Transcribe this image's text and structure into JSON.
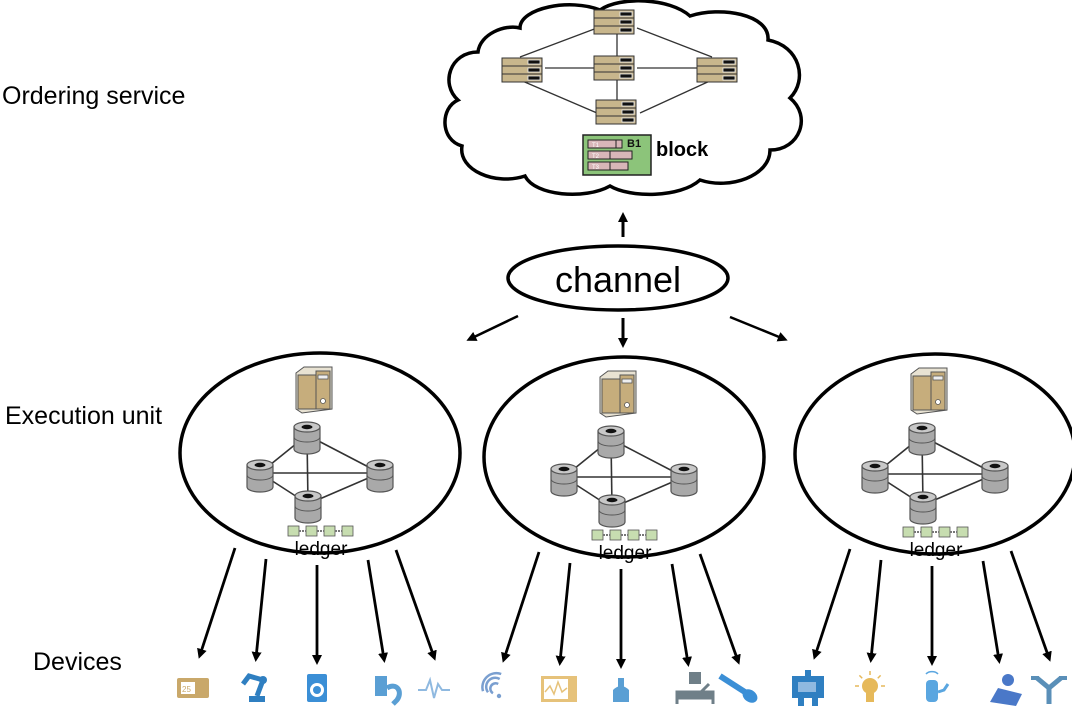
{
  "labels": {
    "ordering_service": "Ordering service",
    "execution_unit": "Execution unit",
    "devices": "Devices",
    "channel": "channel",
    "block": "block",
    "block_id": "B1",
    "transactions": [
      "T1",
      "T2",
      "T3"
    ],
    "ledger": "ledger"
  },
  "ordering_service": {
    "orderer_nodes": [
      "top",
      "left",
      "center",
      "right",
      "bottom"
    ]
  },
  "execution_units": [
    {
      "name": "execution-unit-1",
      "ledger_label": "ledger",
      "peer_count": 4,
      "ledger_blocks": 4,
      "devices": [
        {
          "name": "thermostat",
          "color": "#c9a86a"
        },
        {
          "name": "robot-arm",
          "color": "#2f7fc1"
        },
        {
          "name": "washing-machine",
          "color": "#3b8fd6"
        },
        {
          "name": "medical-device",
          "color": "#5a9fd4"
        },
        {
          "name": "heartbeat-monitor",
          "color": "#8fb9e0"
        }
      ]
    },
    {
      "name": "execution-unit-2",
      "ledger_label": "ledger",
      "peer_count": 4,
      "ledger_blocks": 4,
      "devices": [
        {
          "name": "wifi",
          "color": "#7a9fd0"
        },
        {
          "name": "ecg-monitor",
          "color": "#e6c27a"
        },
        {
          "name": "ultrasound-probe",
          "color": "#5a9fd4"
        },
        {
          "name": "hospital-bed",
          "color": "#6f7f88"
        },
        {
          "name": "endoscope",
          "color": "#3b8fd6"
        }
      ]
    },
    {
      "name": "execution-unit-3",
      "ledger_label": "ledger",
      "peer_count": 4,
      "ledger_blocks": 4,
      "devices": [
        {
          "name": "smart-meter",
          "color": "#2f7fc1"
        },
        {
          "name": "smart-bulb",
          "color": "#e6b95a"
        },
        {
          "name": "wearable-person",
          "color": "#5aa6e0"
        },
        {
          "name": "solar-panel",
          "color": "#4a78c8"
        },
        {
          "name": "irrigation-sprinkler",
          "color": "#5a8fb8"
        }
      ]
    }
  ],
  "colors": {
    "server_tan": "#c8b68c",
    "server_dark": "#7a6a48",
    "db_gray": "#a9a9a9",
    "block_green": "#8cc47a",
    "tx_pink": "#d8b6b8",
    "ledger_green": "#c7ddb0",
    "tower_tan": "#c6ad7c"
  }
}
